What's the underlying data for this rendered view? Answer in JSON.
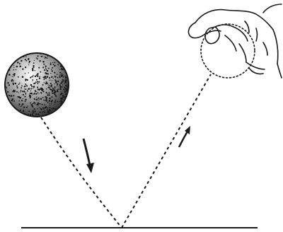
{
  "figure": {
    "kind": "ball-bounce-reflection-illustration",
    "colors": {
      "ink": "#1a1a1a",
      "background": "#ffffff",
      "ball_fill": "#cfcfcf"
    },
    "elements": [
      "textured-ball",
      "incoming-path",
      "outgoing-path",
      "floor-line",
      "hand-catching-ball",
      "direction-arrows"
    ]
  }
}
